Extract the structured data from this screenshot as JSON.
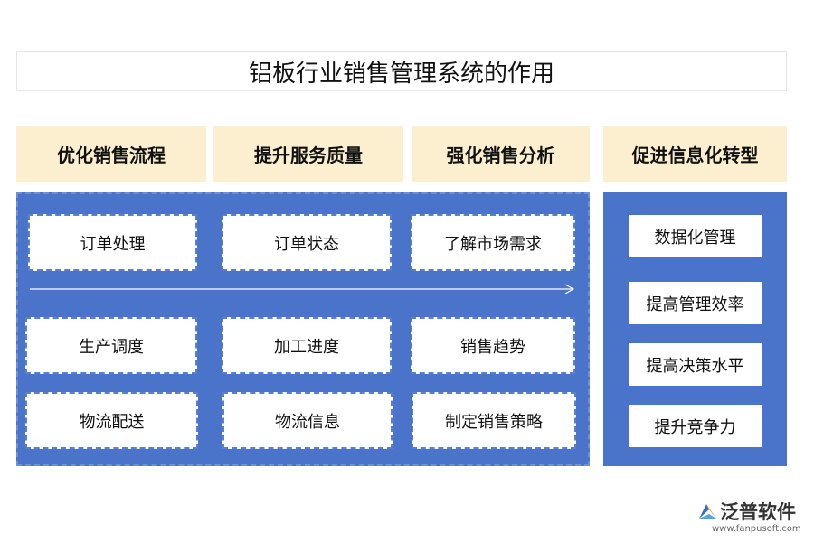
{
  "title": "铝板行业销售管理系统的作用",
  "headers": [
    "优化销售流程",
    "提升服务质量",
    "强化销售分析",
    "促进信息化转型"
  ],
  "grid": {
    "row1": [
      "订单处理",
      "订单状态",
      "了解市场需求"
    ],
    "row2": [
      "生产调度",
      "加工进度",
      "销售趋势"
    ],
    "row3": [
      "物流配送",
      "物流信息",
      "制定销售策略"
    ]
  },
  "right_items": [
    "数据化管理",
    "提高管理效率",
    "提高决策水平",
    "提升竞争力"
  ],
  "logo": {
    "name": "泛普软件",
    "url": "www.fanpusoft.com"
  },
  "colors": {
    "panel": "#4a74c9",
    "header_bg": "#fcefcf"
  }
}
